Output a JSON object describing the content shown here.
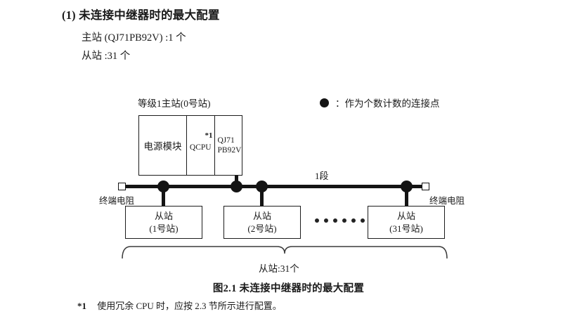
{
  "heading": {
    "number": "(1)",
    "title": "未连接中继器时的最大配置",
    "master_line": "主站 (QJ71PB92V) :1 个",
    "slave_line": "从站 :31 个"
  },
  "legend": {
    "marker": "filled-circle",
    "separator": "：",
    "text": "作为个数计数的连接点"
  },
  "diagram": {
    "master": {
      "label": "等级1主站(0号站)",
      "cells": [
        {
          "name": "power-module",
          "text": "电源模块"
        },
        {
          "name": "cpu-module",
          "text": "QCPU",
          "footnote_mark": "*1"
        },
        {
          "name": "master-module",
          "line1": "QJ71",
          "line2": "PB92V"
        }
      ]
    },
    "bus": {
      "segment_label": "1段",
      "terminator_left": "终端电阻",
      "terminator_right": "终端电阻"
    },
    "slaves": [
      {
        "line1": "从站",
        "line2": "(1号站)"
      },
      {
        "line1": "从站",
        "line2": "(2号站)"
      },
      {
        "line1": "从站",
        "line2": "(31号站)"
      }
    ],
    "ellipsis_dots": 6,
    "total_label": "从站:31个"
  },
  "caption": "图2.1  未连接中继器时的最大配置",
  "footnote": {
    "mark": "*1",
    "text": "使用冗余 CPU 时，应按 2.3 节所示进行配置。"
  },
  "colors": {
    "ink": "#1a1a1a",
    "line": "#141414",
    "paper": "#ffffff"
  }
}
